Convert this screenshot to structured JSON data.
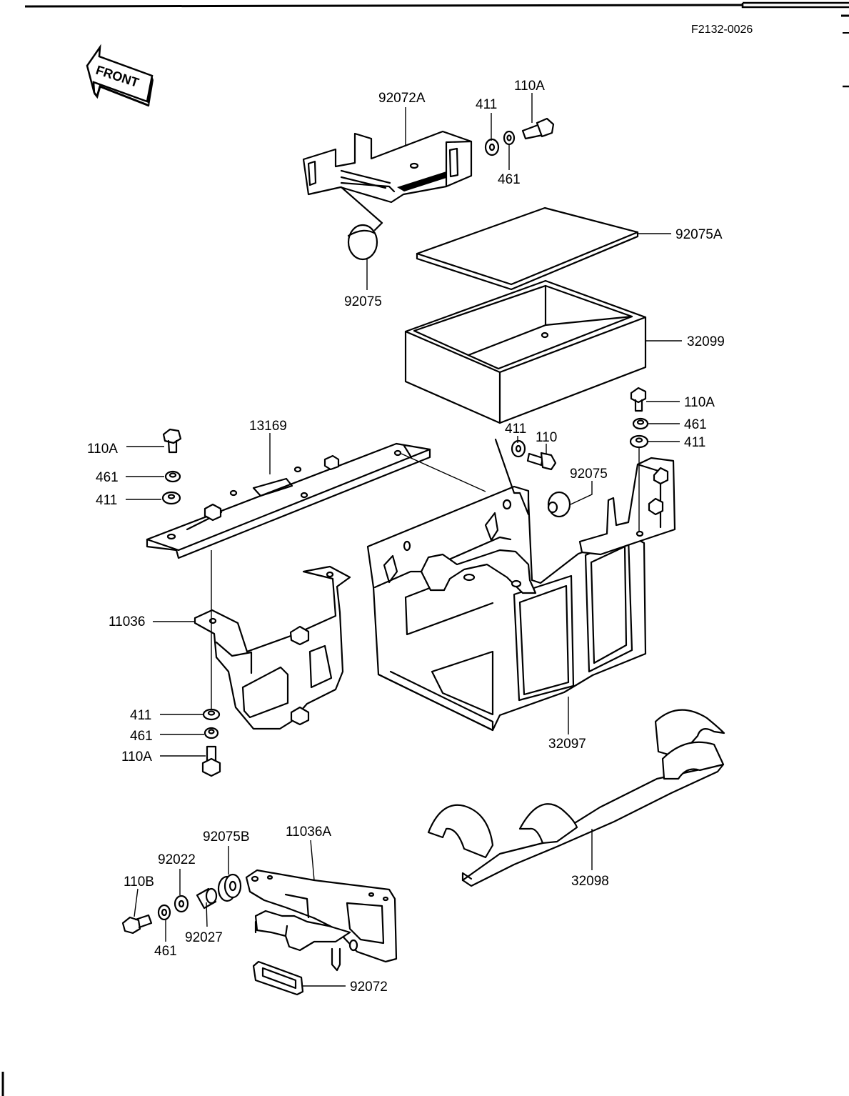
{
  "drawing_code": "F2132-0026",
  "front_label": "FRONT",
  "labels": {
    "p92072A": "92072A",
    "p411_top": "411",
    "p110A_top": "110A",
    "p461_top": "461",
    "p92075A": "92075A",
    "p92075_top": "92075",
    "p32099": "32099",
    "p110A_r": "110A",
    "p461_r": "461",
    "p411_r": "411",
    "p411_mid": "411",
    "p110_mid": "110",
    "p92075_mid": "92075",
    "p13169": "13169",
    "p110A_l": "110A",
    "p461_l": "461",
    "p411_l": "411",
    "p11036": "11036",
    "p411_lb": "411",
    "p461_lb": "461",
    "p110A_lb": "110A",
    "p32097": "32097",
    "p92075B": "92075B",
    "p11036A": "11036A",
    "p92022": "92022",
    "p110B": "110B",
    "p92027": "92027",
    "p461_b": "461",
    "p92072": "92072",
    "p32098": "32098"
  }
}
